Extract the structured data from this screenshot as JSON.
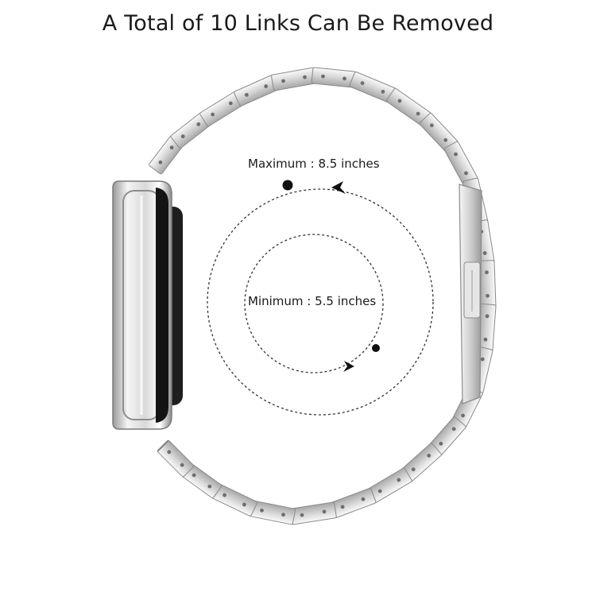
{
  "title": "A Total of 10 Links Can Be Removed",
  "maximum_label": "Maximum : 8.5 inches",
  "minimum_label": "Minimum : 5.5 inches",
  "colors": {
    "background": "#ffffff",
    "metal_light": "#f2f2f2",
    "metal_mid": "#c9c9c9",
    "metal_dark": "#8c8c8c",
    "text": "#1a1a1a"
  }
}
